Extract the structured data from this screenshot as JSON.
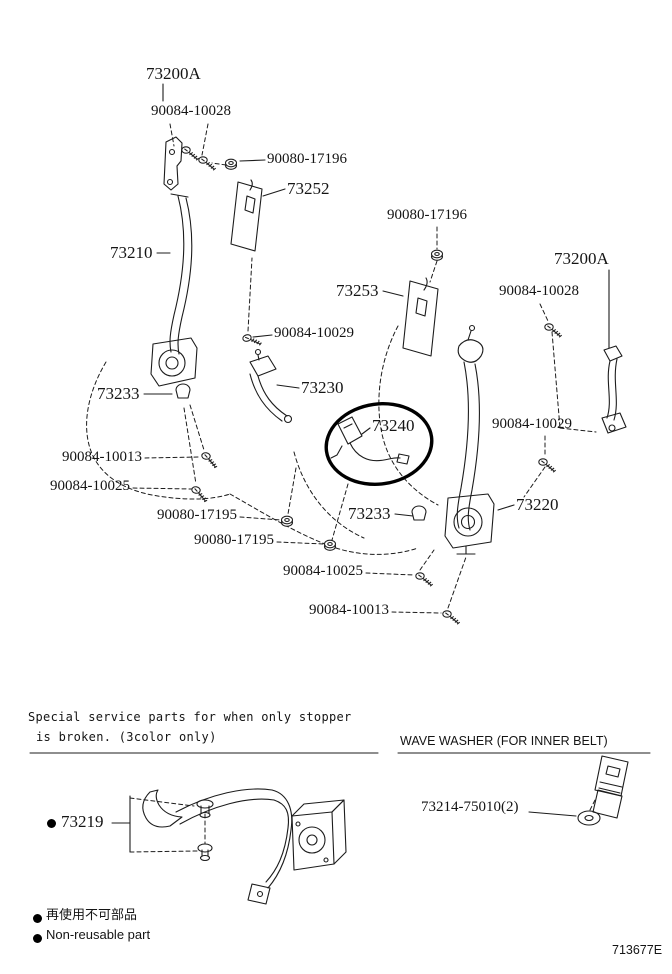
{
  "labels": {
    "p73200a_left": "73200A",
    "p90084_10028_left": "90084-10028",
    "p90080_17196_left": "90080-17196",
    "p73252": "73252",
    "p73210": "73210",
    "p90080_17196_mid": "90080-17196",
    "p73253": "73253",
    "p73200a_right": "73200A",
    "p90084_10028_right": "90084-10028",
    "p90084_10029_left": "90084-10029",
    "p73233_left": "73233",
    "p73230": "73230",
    "p73240": "73240",
    "p90084_10029_right": "90084-10029",
    "p90084_10013_left": "90084-10013",
    "p90084_10025_left": "90084-10025",
    "p90080_17195_upper": "90080-17195",
    "p73233_right": "73233",
    "p73220": "73220",
    "p90080_17195_lower": "90080-17195",
    "p90084_10025_right": "90084-10025",
    "p90084_10013_right": "90084-10013"
  },
  "inset_left": {
    "note_line1": "Special service parts for when only stopper",
    "note_line2": "is broken. (3color only)",
    "part": "73219"
  },
  "inset_right": {
    "title": "WAVE WASHER (FOR INNER BELT)",
    "part": "73214-75010(2)"
  },
  "legend": {
    "jp": "再使用不可部品",
    "en": "Non-reusable part"
  },
  "drawing_code": "713677E"
}
